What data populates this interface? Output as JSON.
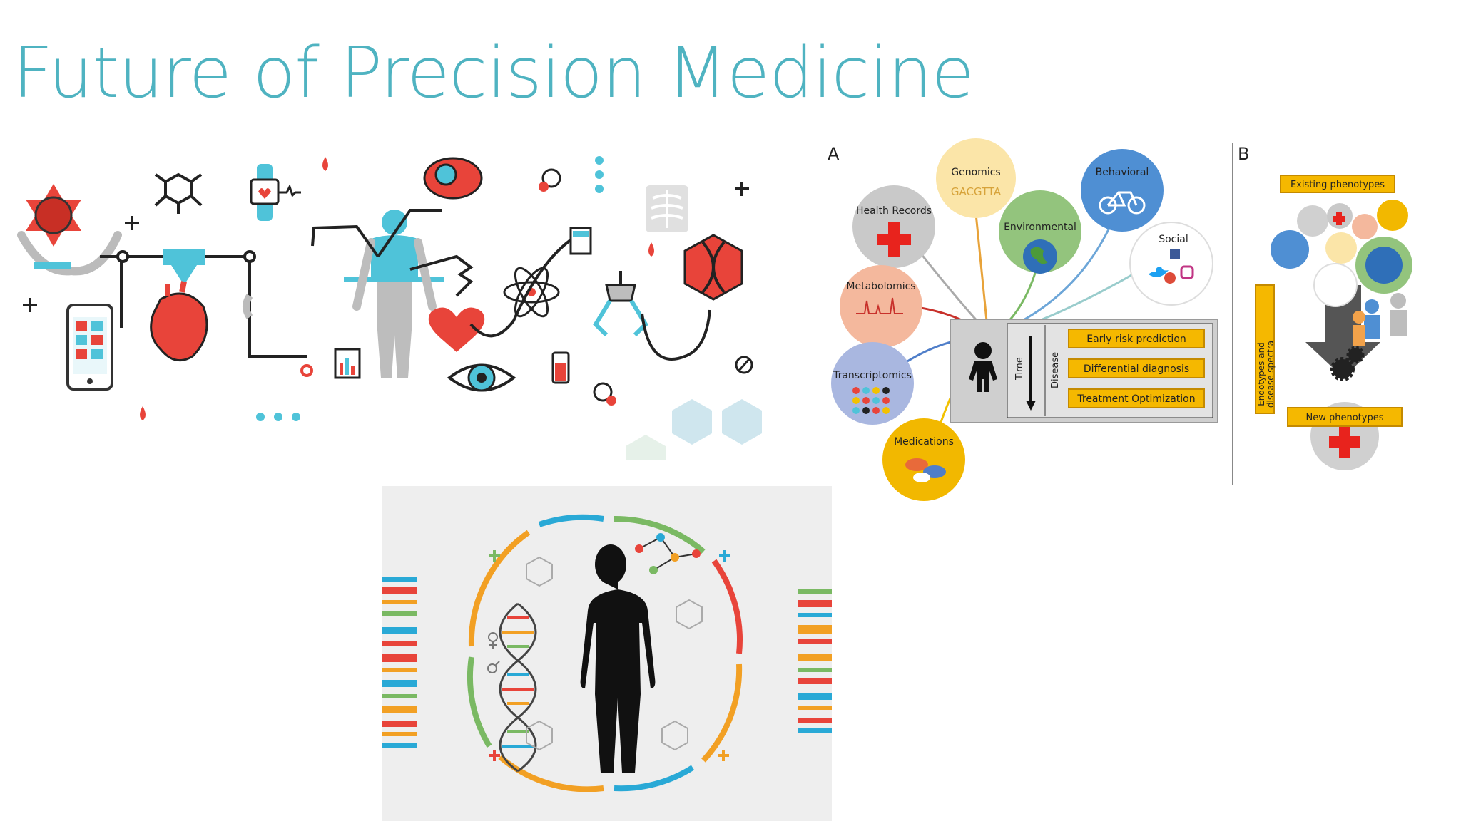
{
  "slide": {
    "title": "Future of Precision Medicine"
  },
  "diagram": {
    "panel_a_label": "A",
    "panel_b_label": "B",
    "sources": [
      {
        "label": "Genomics",
        "sub": "GACGTTA"
      },
      {
        "label": "Behavioral"
      },
      {
        "label": "Health Records"
      },
      {
        "label": "Environmental"
      },
      {
        "label": "Social"
      },
      {
        "label": "Metabolomics"
      },
      {
        "label": "Transcriptomics"
      },
      {
        "label": "Medications"
      }
    ],
    "time_label": "Time",
    "disease_label": "Disease",
    "outcomes": [
      "Early risk prediction",
      "Differential diagnosis",
      "Treatment Optimization"
    ],
    "existing_phenotypes": "Existing phenotypes",
    "spectra_label_line1": "Endotypes and",
    "spectra_label_line2": "disease spectra",
    "new_phenotypes": "New phenotypes"
  },
  "colors": {
    "title": "#4fb3c1",
    "accent_red": "#e8443a",
    "accent_blue": "#4fc3d9",
    "grey_figure": "#bdbdbd",
    "outcome_box": "#f5b800"
  }
}
